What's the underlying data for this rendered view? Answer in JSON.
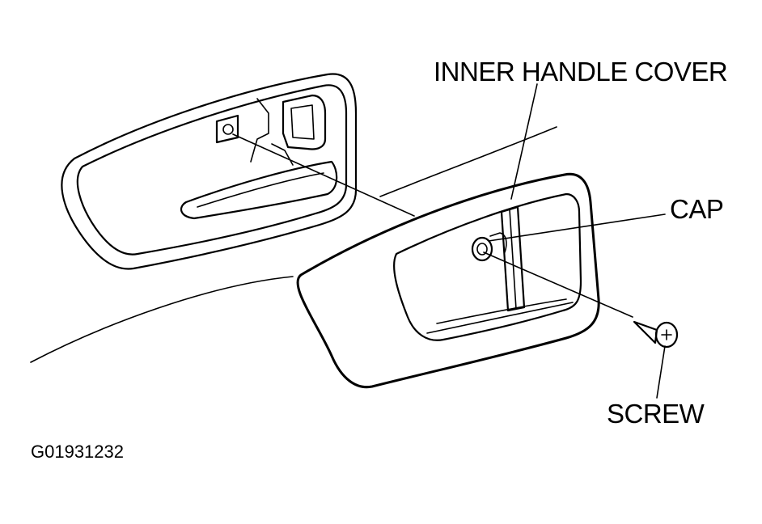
{
  "labels": {
    "inner_handle_cover": "INNER HANDLE COVER",
    "cap": "CAP",
    "screw": "SCREW",
    "figure_code": "G01931232"
  },
  "colors": {
    "ink": "#000000",
    "background": "#ffffff"
  }
}
